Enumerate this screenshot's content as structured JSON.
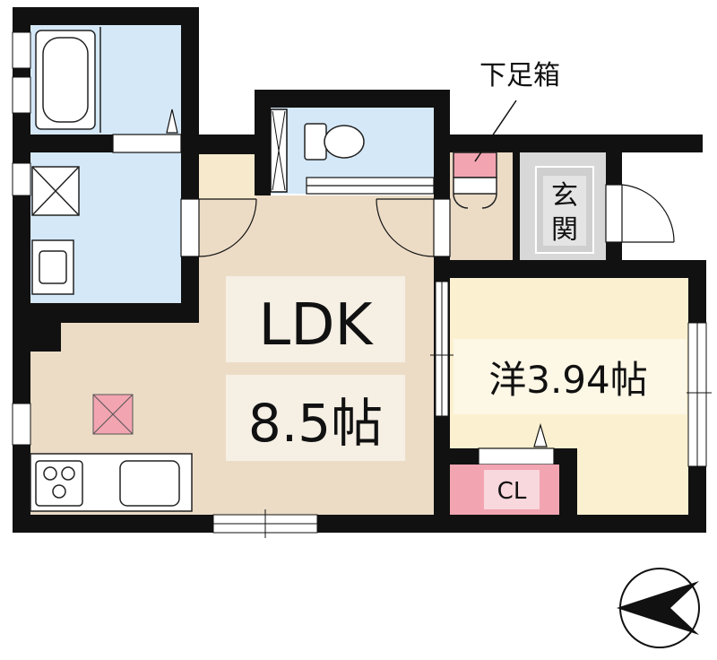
{
  "rooms": {
    "ldk": {
      "name": "LDK",
      "size": "8.5帖"
    },
    "western": {
      "label": "洋3.94帖"
    },
    "closet": {
      "label": "CL"
    },
    "entrance": {
      "label_line1": "玄",
      "label_line2": "関"
    },
    "shoe_box": {
      "label": "下足箱"
    }
  },
  "colors": {
    "ldk_floor": "#ecdcc6",
    "western_floor": "#fbf0d0",
    "water_area": "#d5e8f8",
    "entrance": "#d8d8d8",
    "accent_pink": "#f2a5b1",
    "wall": "#111111",
    "label_plate": "#f6efe4"
  },
  "compass": {
    "direction": "west",
    "icon": "compass-arrow-icon"
  }
}
